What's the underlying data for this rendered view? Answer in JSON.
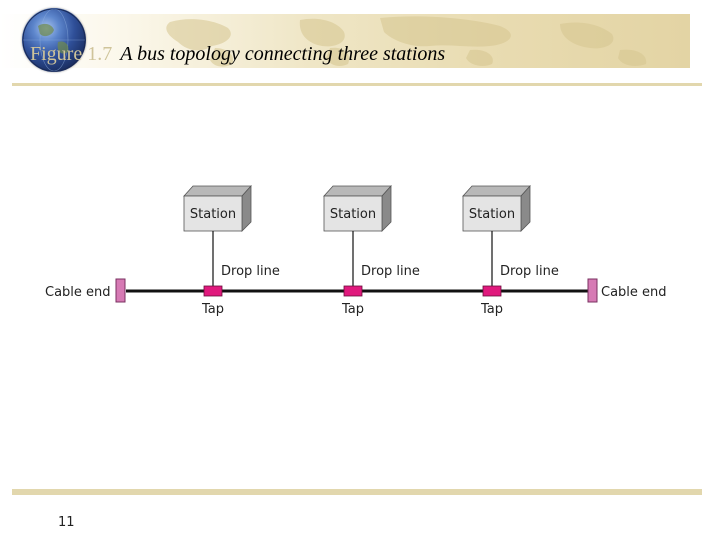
{
  "slide": {
    "figure_label": "Figure 1.7",
    "caption": "A bus topology connecting three stations",
    "page_number": "11"
  },
  "diagram": {
    "stations": [
      {
        "label": "Station",
        "drop_label": "Drop line",
        "tap_label": "Tap"
      },
      {
        "label": "Station",
        "drop_label": "Drop line",
        "tap_label": "Tap"
      },
      {
        "label": "Station",
        "drop_label": "Drop line",
        "tap_label": "Tap"
      }
    ],
    "cable_end_left": "Cable end",
    "cable_end_right": "Cable end",
    "colors": {
      "station_face": "#e4e4e4",
      "station_top": "#b5b5b5",
      "station_side": "#8a8a8a",
      "tap": "#e0197d",
      "cable_end": "#d67ab4",
      "bus": "#111111"
    }
  }
}
